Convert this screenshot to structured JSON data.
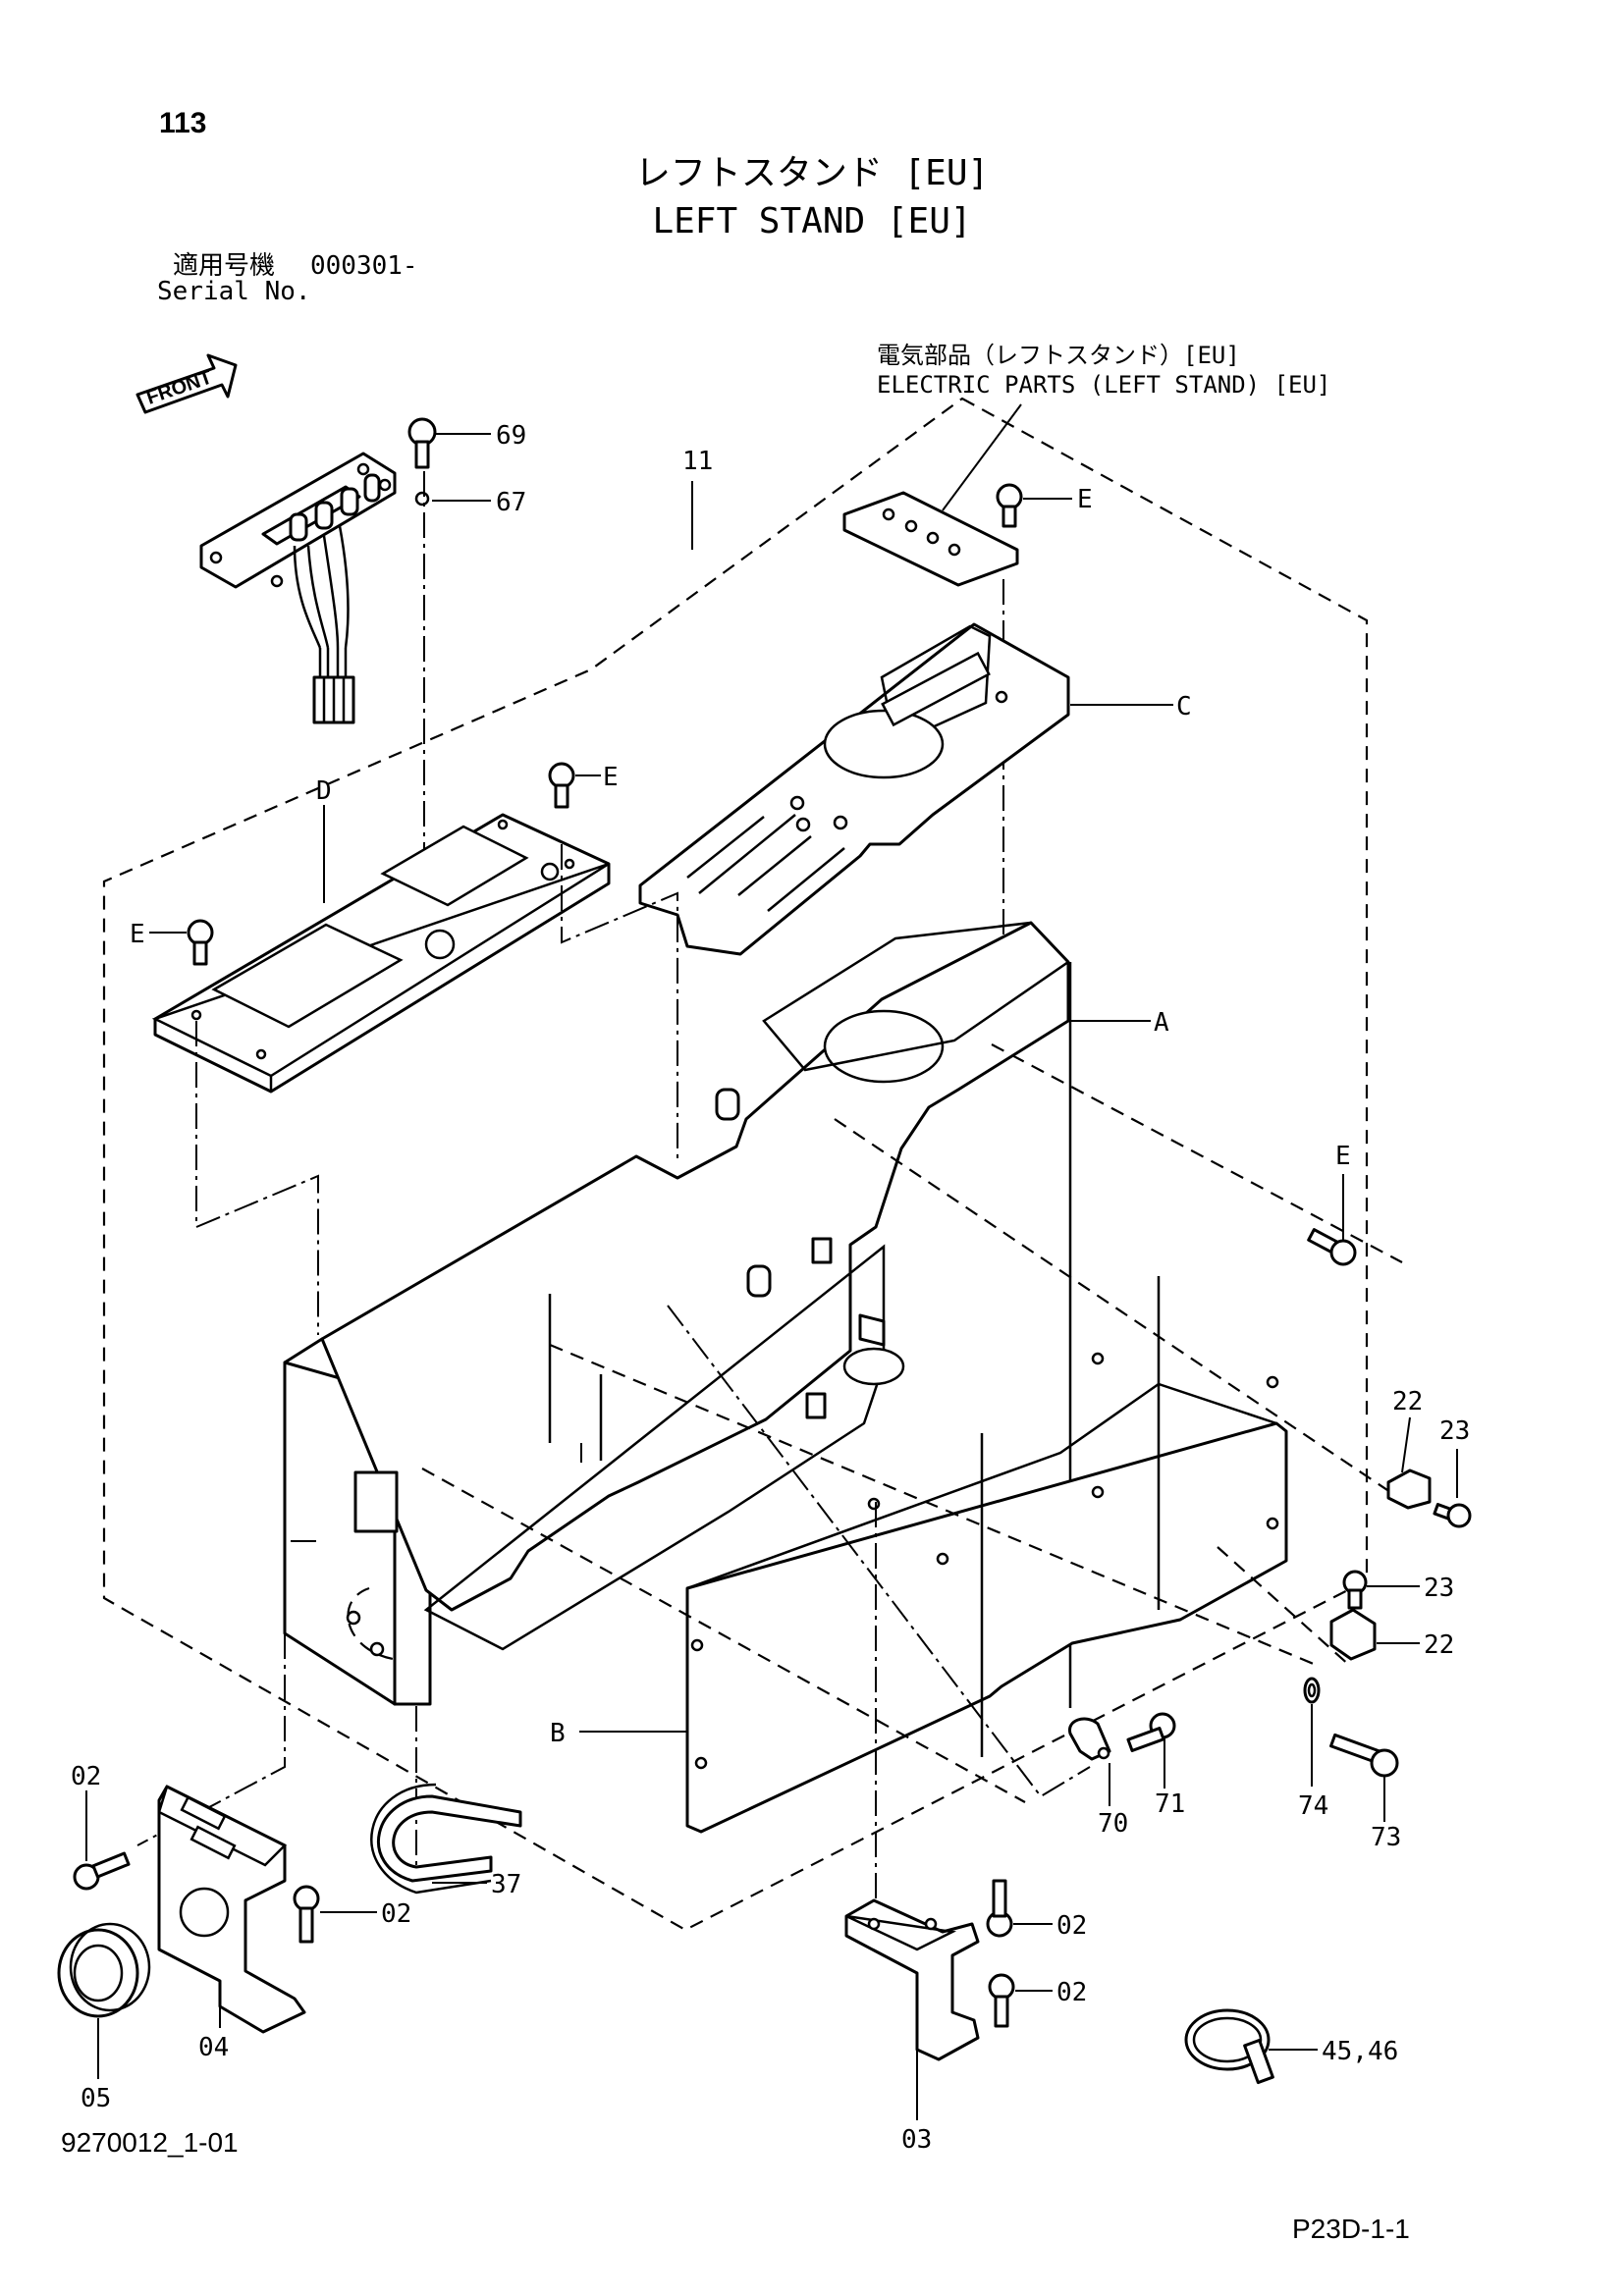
{
  "page": {
    "number": "113",
    "title_ja": "レフトスタンド [EU]",
    "title_en": "LEFT STAND [EU]",
    "serial_label_ja": "適用号機",
    "serial_value": "000301-",
    "serial_label_en": "Serial No.",
    "front_label": "FRONT",
    "drawing_no": "9270012_1-01",
    "page_code": "P23D-1-1"
  },
  "subassembly": {
    "label_ja": "電気部品（レフトスタンド）[EU]",
    "label_en": "ELECTRIC PARTS (LEFT STAND) [EU]"
  },
  "callouts": {
    "c69": "69",
    "c67": "67",
    "c11": "11",
    "eTop": "E",
    "c_C": "C",
    "eMid": "E",
    "c_D": "D",
    "eLeft": "E",
    "c_A": "A",
    "eRight": "E",
    "c22a": "22",
    "c23a": "23",
    "c23b": "23",
    "c22b": "22",
    "c_B": "B",
    "c02a": "02",
    "c02b": "02",
    "c37": "37",
    "c04": "04",
    "c05": "05",
    "c70": "70",
    "c71": "71",
    "c74": "74",
    "c73": "73",
    "c02c": "02",
    "c02d": "02",
    "c03": "03",
    "c4546": "45,46"
  }
}
